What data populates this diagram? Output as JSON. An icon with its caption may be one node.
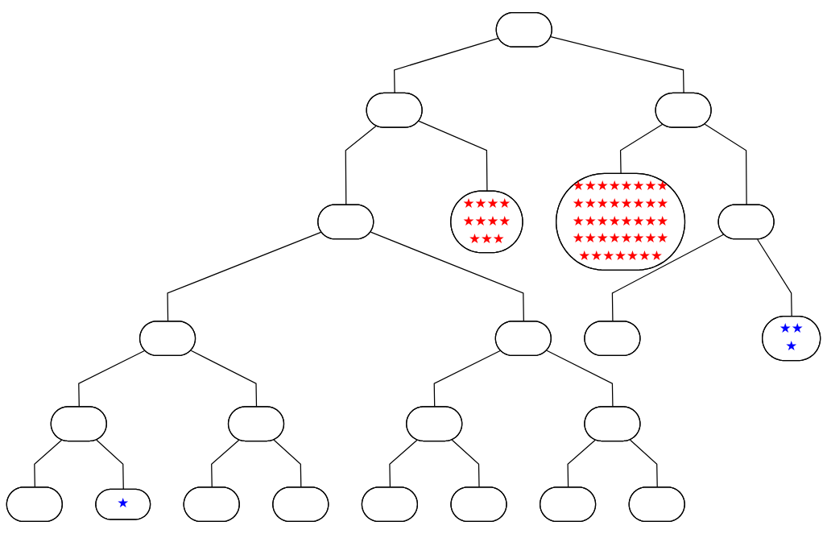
{
  "diagram": {
    "nodes": [
      {
        "text": [],
        "shape": "ellipse"
      },
      {
        "text": [],
        "shape": "ellipse"
      },
      {
        "text": [],
        "shape": "ellipse"
      },
      {
        "text": [],
        "shape": "ellipse"
      },
      {
        "text": [
          "★★★★ ★★★★ ★★★"
        ]
      },
      {
        "text": [
          "★★★★★★★★ ★★★★★★★★ ★★★★★★★★ ★★★★★★★★ ★★★★★★★"
        ]
      },
      {
        "text": [],
        "shape": "ellipse"
      },
      {
        "text": [],
        "shape": "ellipse"
      },
      {
        "text": [],
        "shape": "ellipse"
      },
      {
        "text": [],
        "shape": "ellipse"
      },
      {
        "text": [
          "★★ ★"
        ]
      },
      {
        "text": [],
        "shape": "ellipse"
      },
      {
        "text": [],
        "shape": "ellipse"
      },
      {
        "text": [],
        "shape": "ellipse"
      },
      {
        "text": [],
        "shape": "ellipse"
      },
      {
        "text": [],
        "shape": "ellipse"
      },
      {
        "text": [
          "★"
        ]
      },
      {
        "text": [],
        "shape": "ellipse"
      },
      {
        "text": [],
        "shape": "ellipse"
      },
      {
        "text": [],
        "shape": "ellipse"
      },
      {
        "text": [],
        "shape": "ellipse"
      },
      {
        "text": [],
        "shape": "ellipse"
      },
      {
        "text": [],
        "shape": "ellipse"
      }
    ],
    "edges": [
      {
        "from": 0,
        "to": 1,
        "arrow": "none"
      },
      {
        "from": 0,
        "to": 2,
        "arrow": "none"
      },
      {
        "from": 1,
        "to": 3,
        "arrow": "none"
      },
      {
        "from": 1,
        "to": 4,
        "arrow": "none"
      },
      {
        "from": 2,
        "to": 5,
        "arrow": "none"
      },
      {
        "from": 2,
        "to": 6,
        "arrow": "none"
      },
      {
        "from": 3,
        "to": 7,
        "arrow": "none"
      },
      {
        "from": 3,
        "to": 8,
        "arrow": "none"
      },
      {
        "from": 6,
        "to": 9,
        "arrow": "none"
      },
      {
        "from": 6,
        "to": 10,
        "arrow": "none"
      },
      {
        "from": 7,
        "to": 11,
        "arrow": "none"
      },
      {
        "from": 7,
        "to": 12,
        "arrow": "none"
      },
      {
        "from": 8,
        "to": 13,
        "arrow": "none"
      },
      {
        "from": 8,
        "to": 14,
        "arrow": "none"
      },
      {
        "from": 11,
        "to": 15,
        "arrow": "none"
      },
      {
        "from": 11,
        "to": 16,
        "arrow": "none"
      },
      {
        "from": 12,
        "to": 17,
        "arrow": "none"
      },
      {
        "from": 12,
        "to": 18,
        "arrow": "none"
      },
      {
        "from": 13,
        "to": 19,
        "arrow": "none"
      },
      {
        "from": 13,
        "to": 20,
        "arrow": "none"
      },
      {
        "from": 14,
        "to": 21,
        "arrow": "none"
      },
      {
        "from": 14,
        "to": 22,
        "arrow": "none"
      }
    ]
  }
}
